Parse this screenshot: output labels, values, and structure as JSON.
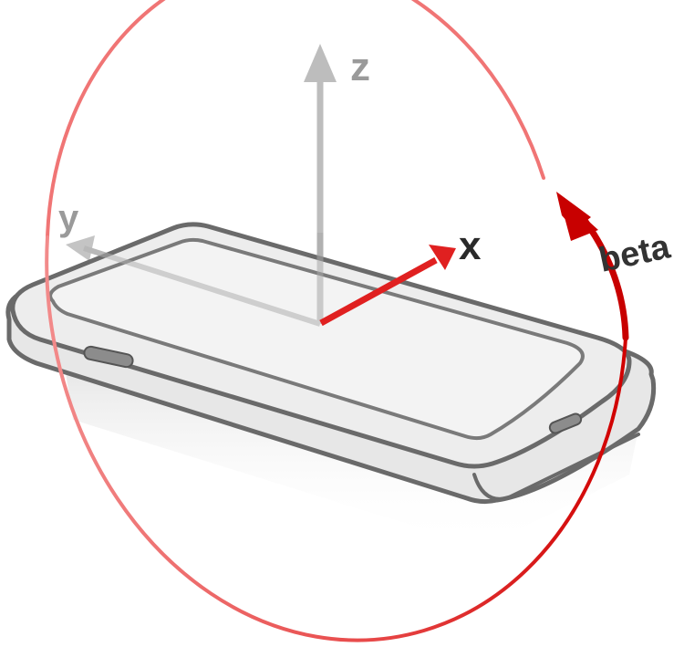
{
  "labels": {
    "z": "z",
    "y": "y",
    "x": "x",
    "beta": "beta"
  },
  "colors": {
    "rotation_arc": "#d40000",
    "rotation_arc_faded": "#f08080",
    "x_axis": "#e02020",
    "back_axes": "#b4b4b4",
    "label_gray": "#9a9a9a",
    "label_dark": "#2a2a2a",
    "device_fill": "#ececec",
    "device_outline": "#666666"
  },
  "icons": {
    "device": "smartphone-icon",
    "rotation": "rotation-arrow-icon"
  }
}
